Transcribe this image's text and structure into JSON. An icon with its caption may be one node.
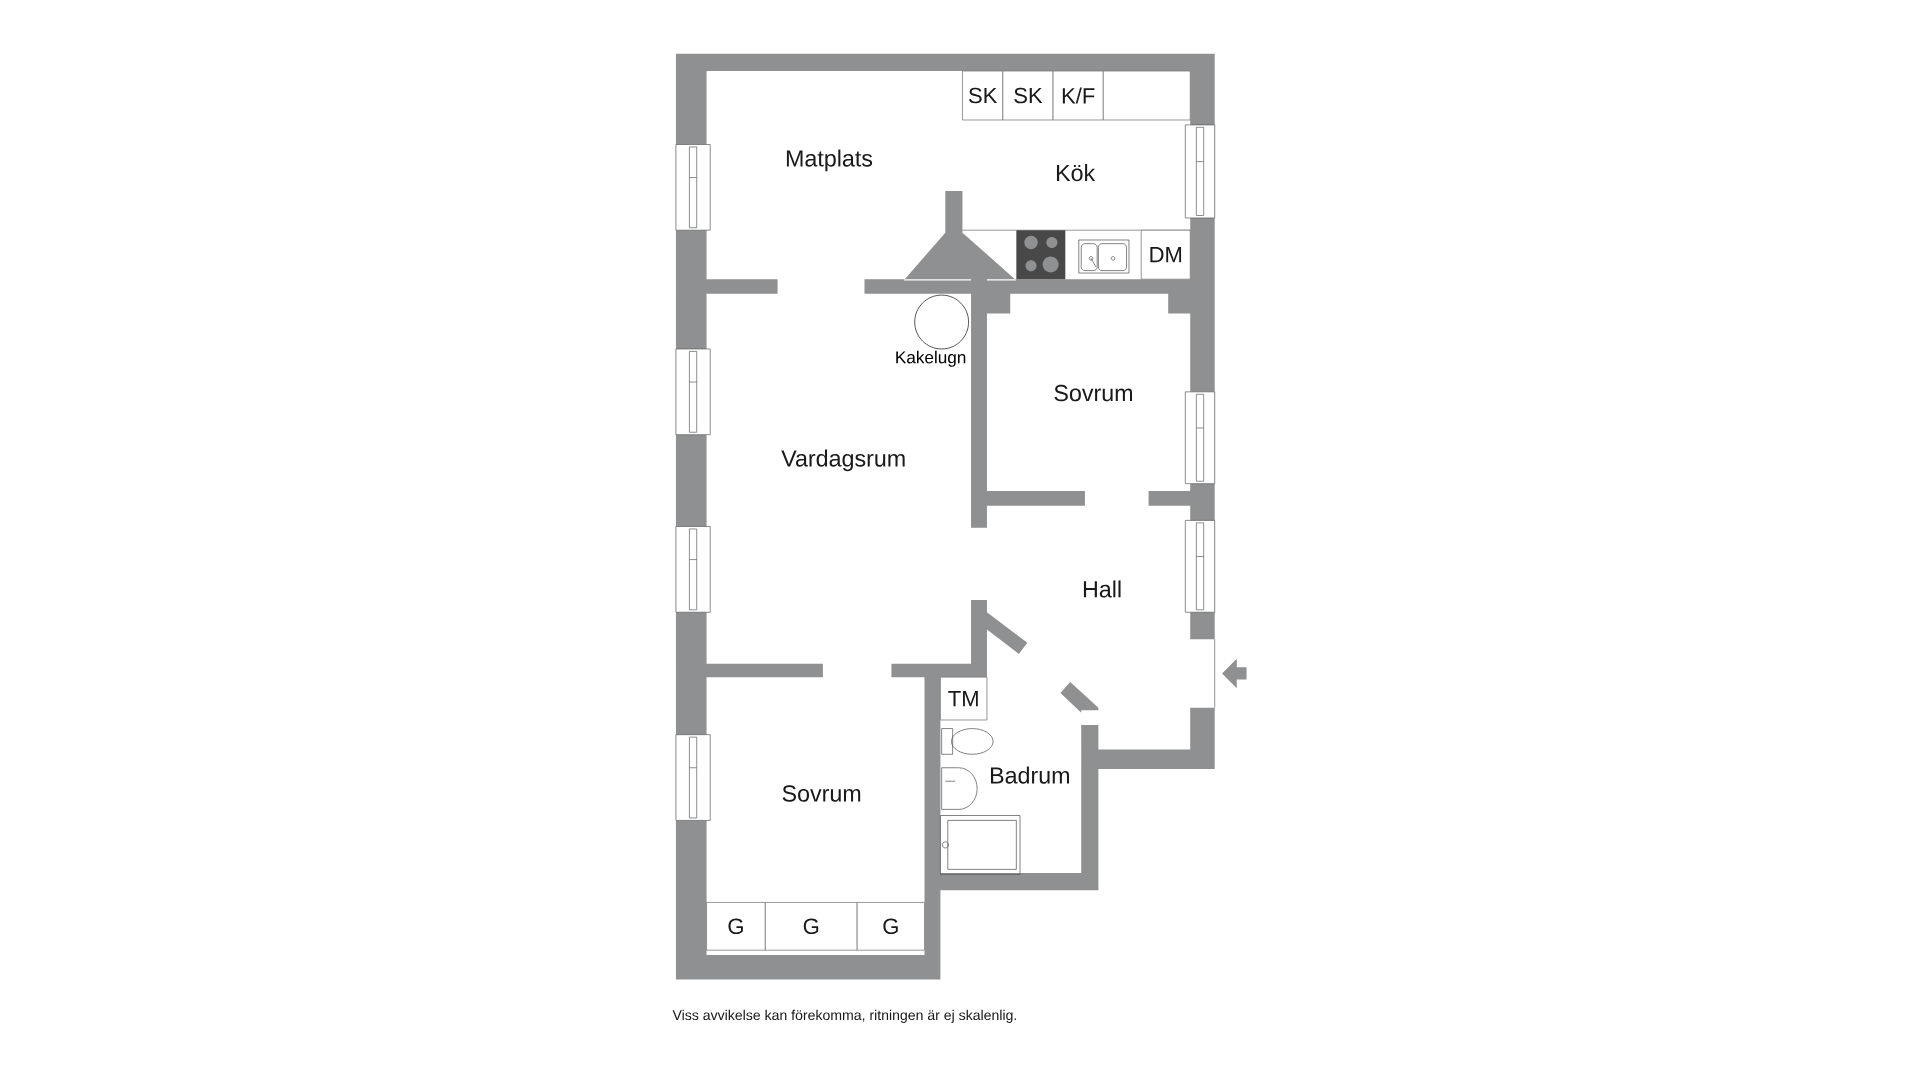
{
  "diagram": {
    "caption": "Viss avvikelse kan förekomma, ritningen är ej skalenlig.",
    "nodes": [
      {
        "text": [
          "SK"
        ]
      },
      {
        "text": [
          "SK"
        ]
      },
      {
        "text": [
          "K/F"
        ]
      },
      {
        "text": [],
        "shape": "box"
      },
      {
        "text": [
          "DM"
        ]
      },
      {
        "text": [
          "Kakelugn"
        ]
      },
      {
        "text": [
          "TM"
        ]
      },
      {
        "text": [
          "G"
        ]
      },
      {
        "text": [
          "G"
        ]
      },
      {
        "text": [
          "G"
        ]
      }
    ],
    "labels": [
      "Matplats",
      "Kök",
      "Vardagsrum",
      "Sovrum",
      "Hall",
      "Badrum",
      "Sovrum"
    ]
  }
}
